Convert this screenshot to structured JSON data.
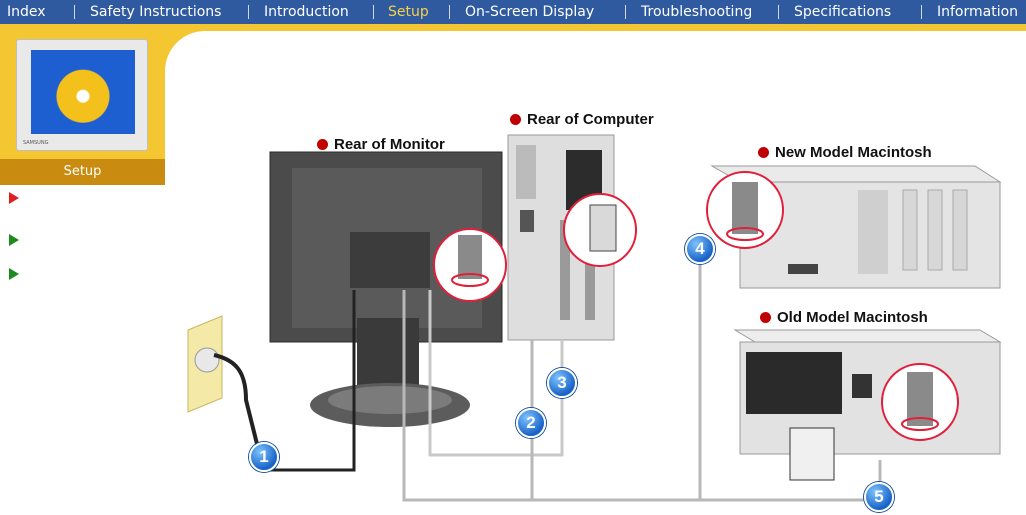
{
  "nav": {
    "items": [
      {
        "label": "Index"
      },
      {
        "label": "Safety Instructions"
      },
      {
        "label": "Introduction"
      },
      {
        "label": "Setup"
      },
      {
        "label": "On-Screen Display"
      },
      {
        "label": "Troubleshooting"
      },
      {
        "label": "Specifications"
      },
      {
        "label": "Information"
      }
    ],
    "active": "Setup"
  },
  "sidebar": {
    "section_label": "Setup",
    "monitor_brand": "SAMSUNG"
  },
  "diagram": {
    "captions": {
      "rear_monitor": "Rear of Monitor",
      "rear_computer": "Rear of Computer",
      "new_mac": "New Model Macintosh",
      "old_mac": "Old Model Macintosh"
    },
    "badges": [
      "1",
      "2",
      "3",
      "4",
      "5"
    ]
  },
  "colors": {
    "nav_bg": "#2f5aa0",
    "accent_yellow": "#f3c632",
    "active_nav": "#f6d04a",
    "badge_blue": "#1863c8",
    "caption_dot": "#c00000"
  }
}
